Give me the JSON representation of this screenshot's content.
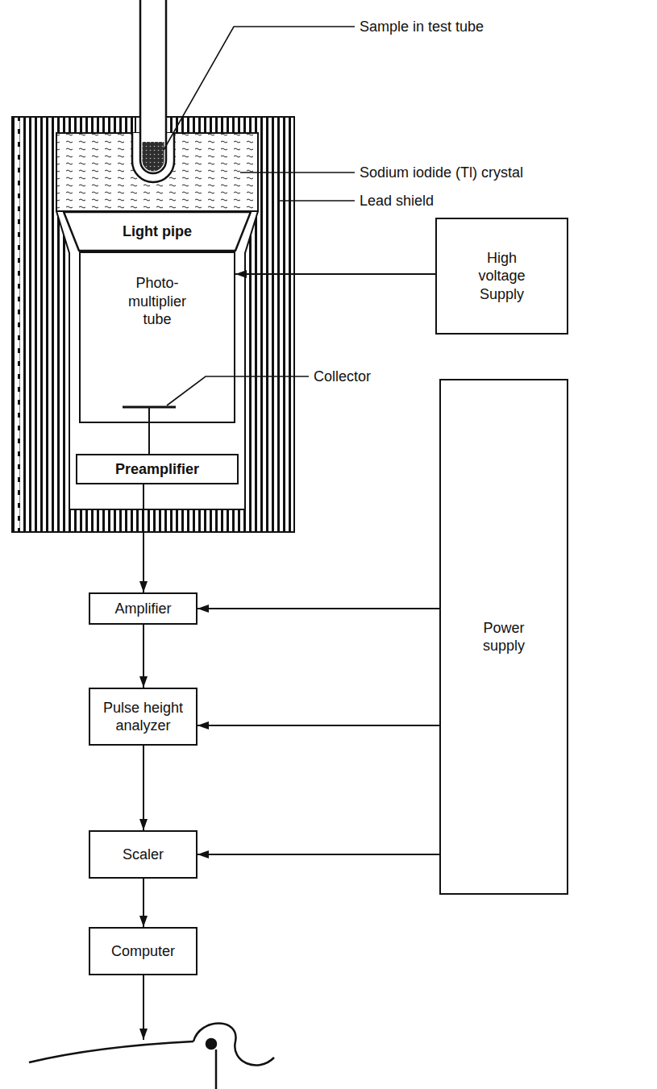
{
  "diagram": {
    "nodes": [
      {
        "text": [
          "Light pipe"
        ]
      },
      {
        "text": [
          "Photo- multiplier tube"
        ]
      },
      {
        "text": [
          "High voltage Supply"
        ]
      },
      {
        "text": [
          "Preamplifier"
        ]
      },
      {
        "text": [
          "Amplifier"
        ]
      },
      {
        "text": [
          "Power supply"
        ]
      },
      {
        "text": [
          "Pulse height analyzer"
        ]
      },
      {
        "text": [
          "Scaler"
        ]
      },
      {
        "text": [
          "Computer"
        ]
      }
    ],
    "edges": [
      {
        "from": 1,
        "to": 3,
        "arrow": "none"
      },
      {
        "from": 2,
        "to": 1,
        "arrow": "to"
      },
      {
        "from": 3,
        "to": 4,
        "arrow": "to"
      },
      {
        "from": 5,
        "to": 4,
        "arrow": "to"
      },
      {
        "from": 4,
        "to": 6,
        "arrow": "to"
      },
      {
        "from": 5,
        "to": 6,
        "arrow": "to"
      },
      {
        "from": 6,
        "to": 7,
        "arrow": "to"
      },
      {
        "from": 5,
        "to": 7,
        "arrow": "to"
      },
      {
        "from": 7,
        "to": 8,
        "arrow": "to"
      }
    ],
    "labels": [
      "Sample in test tube",
      "Sodium iodide (Tl) crystal",
      "Lead shield",
      "Collector"
    ]
  }
}
